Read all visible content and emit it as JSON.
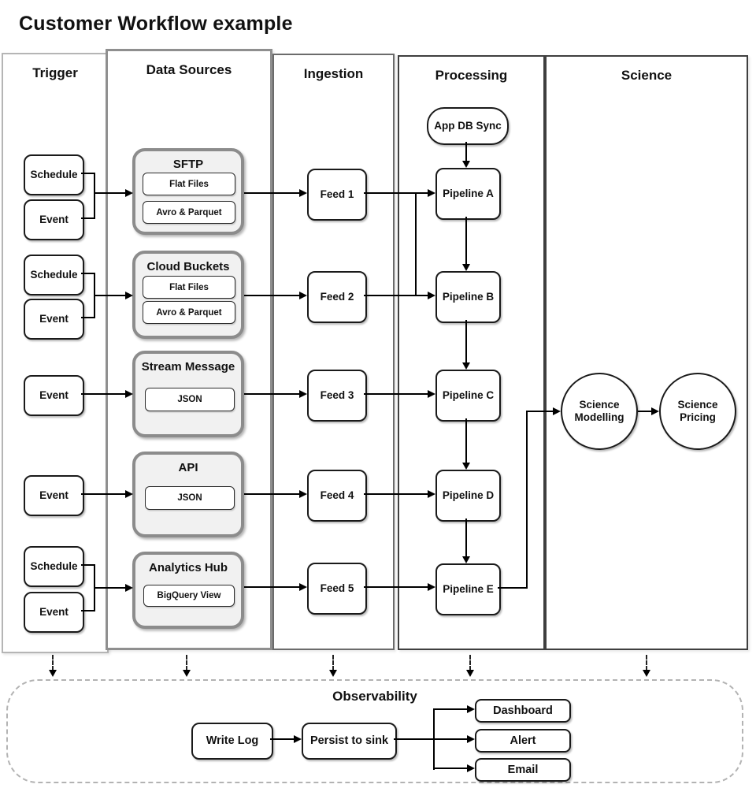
{
  "title": "Customer Workflow example",
  "lanes": {
    "trigger": "Trigger",
    "data_sources": "Data Sources",
    "ingestion": "Ingestion",
    "processing": "Processing",
    "science": "Science"
  },
  "trigger": {
    "schedule1": "Schedule",
    "event1": "Event",
    "schedule2": "Schedule",
    "event2": "Event",
    "event3": "Event",
    "event4": "Event",
    "schedule3": "Schedule",
    "event5": "Event"
  },
  "data_sources": {
    "sftp": {
      "title": "SFTP",
      "items": [
        "Flat Files",
        "Avro & Parquet"
      ]
    },
    "cloud_buckets": {
      "title": "Cloud Buckets",
      "items": [
        "Flat Files",
        "Avro & Parquet"
      ]
    },
    "stream_message": {
      "title": "Stream Message",
      "items": [
        "JSON"
      ]
    },
    "api": {
      "title": "API",
      "items": [
        "JSON"
      ]
    },
    "analytics_hub": {
      "title": "Analytics Hub",
      "items": [
        "BigQuery View"
      ]
    }
  },
  "ingestion": {
    "feed1": "Feed 1",
    "feed2": "Feed 2",
    "feed3": "Feed 3",
    "feed4": "Feed 4",
    "feed5": "Feed 5"
  },
  "processing": {
    "app_db_sync": "App DB Sync",
    "pipeline_a": "Pipeline A",
    "pipeline_b": "Pipeline B",
    "pipeline_c": "Pipeline C",
    "pipeline_d": "Pipeline D",
    "pipeline_e": "Pipeline E"
  },
  "science": {
    "modelling": "Science Modelling",
    "pricing": "Science Pricing"
  },
  "observability": {
    "title": "Observability",
    "write_log": "Write Log",
    "persist_to_sink": "Persist to sink",
    "outputs": [
      "Dashboard",
      "Alert",
      "Email"
    ]
  },
  "colors": {
    "node_border": "#1a1a1a",
    "group_fill": "#f1f1f1",
    "group_border": "#8c8c8c",
    "lane_border_light": "#b5b5b5",
    "lane_border_dark": "#3f3f3f",
    "observability_border": "#b3b3b3",
    "connector": "#000000"
  }
}
